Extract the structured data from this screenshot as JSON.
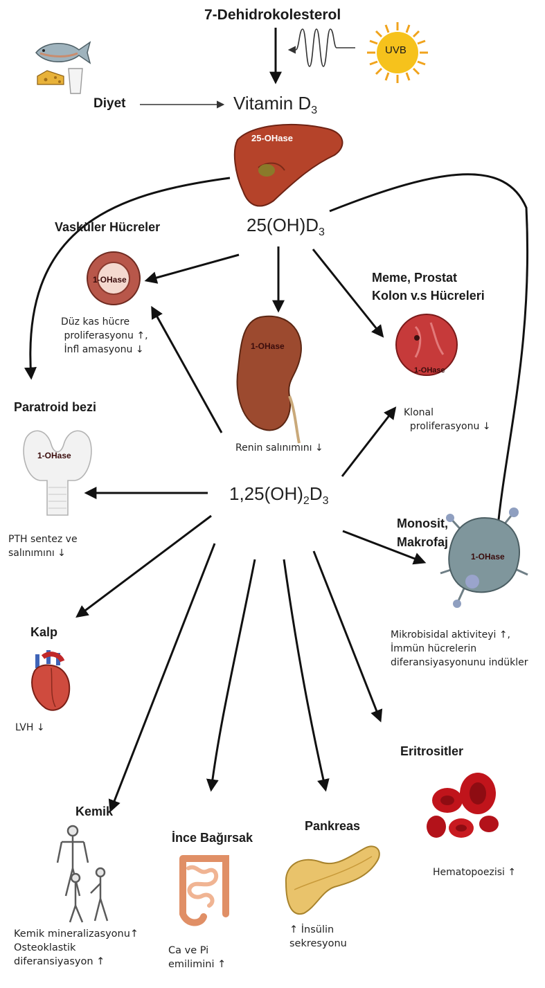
{
  "top": {
    "precursor": "7-Dehidrokolesterol",
    "uvb": "UVB",
    "diet": "Diyet"
  },
  "metabolites": {
    "vitd3": "Vitamin D",
    "vitd3_sub": "3",
    "ohd3_a": "25(OH)D",
    "ohd3_sub": "3",
    "active_a": "1,25(OH)",
    "active_sub1": "2",
    "active_b": "D",
    "active_sub2": "3"
  },
  "enzymes": {
    "liver": "25-OHase",
    "one": "1-OHase"
  },
  "targets": {
    "vascular": {
      "title": "Vasküler Hücreler",
      "effect": "Düz kas hücre\n proliferasyonu ↑,\n İnfl amasyonu ↓"
    },
    "kidney": {
      "effect": "Renin salınımını ↓"
    },
    "breast": {
      "title": "Meme, Prostat\nKolon v.s Hücreleri",
      "effect": "Klonal\n  proliferasyonu ↓"
    },
    "parathyroid": {
      "title": "Paratroid bezi",
      "effect": "PTH sentez ve\nsalınımını ↓"
    },
    "monocyte": {
      "title": "Monosit,\nMakrofaj",
      "effect": "Mikrobisidal aktiviteyi ↑,\nİmmün hücrelerin\ndiferansiyasyonunu indükler"
    },
    "heart": {
      "title": "Kalp",
      "effect": "LVH ↓"
    },
    "erythrocytes": {
      "title": "Eritrositler",
      "effect": "Hematopoezisi ↑"
    },
    "bone": {
      "title": "Kemik",
      "effect": "Kemik mineralizasyonu↑\nOsteoklastik\ndiferansiyasyon ↑"
    },
    "intestine": {
      "title": "İnce Bağırsak",
      "effect": "Ca ve Pi\nemilimini ↑"
    },
    "pancreas": {
      "title": "Pankreas",
      "effect": "↑ İnsülin\nsekresyonu"
    }
  },
  "colors": {
    "arrow": "#111111",
    "liver": "#b5432a",
    "kidney": "#9c4a2f",
    "rbc": "#c0141b",
    "pancreas": "#e9c36b",
    "intestine": "#e9a07a",
    "sun": "#f6c21c"
  }
}
